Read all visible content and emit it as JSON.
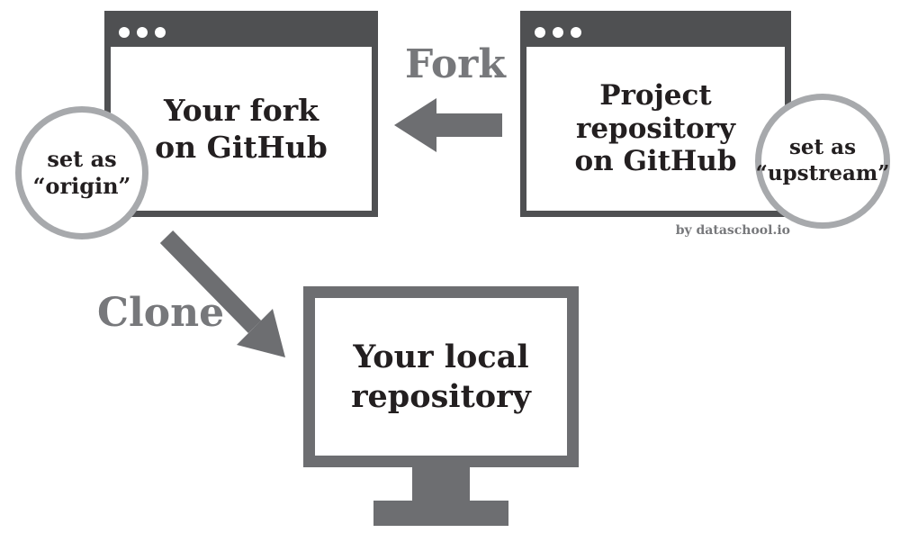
{
  "fork_window": {
    "label": "Your fork\non GitHub"
  },
  "project_window": {
    "label": "Project\nrepository\non GitHub"
  },
  "origin_badge": {
    "label": "set as\n“origin”"
  },
  "upstream_badge": {
    "label": "set as\n“upstream”"
  },
  "fork_action": {
    "label": "Fork"
  },
  "clone_action": {
    "label": "Clone"
  },
  "local_repository": {
    "label": "Your local\nrepository"
  },
  "credit": "by dataschool.io",
  "colors": {
    "window_frame": "#4f5052",
    "arrow_gray": "#6d6e71",
    "action_label_gray": "#77787b",
    "badge_border_gray": "#a7a9ac",
    "text_dark": "#231f20",
    "background": "#ffffff"
  }
}
